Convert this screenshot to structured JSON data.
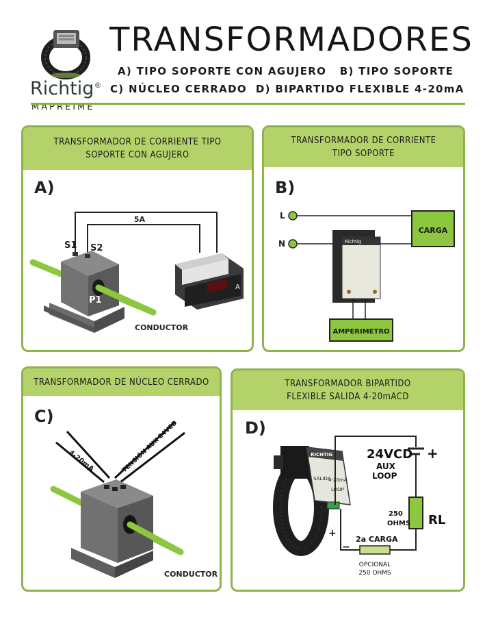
{
  "header": {
    "title": "TRANSFORMADORES",
    "subtitle_line1": "A) TIPO SOPORTE CON AGUJERO   B) TIPO SOPORTE",
    "subtitle_line2": "C) NÚCLEO CERRADO  D) BIPARTIDO FLEXIBLE 4-20mA",
    "brand": "Richtig",
    "brand_mark": "®",
    "brand_sub": "MAPREIME"
  },
  "panel_a": {
    "title_line1": "TRANSFORMADOR DE CORRIENTE TIPO",
    "title_line2": "SOPORTE CON AGUJERO",
    "label": "A)",
    "wire_label": "5A",
    "s1": "S1",
    "s2": "S2",
    "p1": "P1",
    "meter_unit": "A",
    "conductor": "CONDUCTOR"
  },
  "panel_b": {
    "title_line1": "TRANSFORMADOR DE CORRIENTE",
    "title_line2": "TIPO SOPORTE",
    "label": "B)",
    "l": "L",
    "n": "N",
    "carga": "CARGA",
    "amperimetro": "AMPERIMETRO",
    "device_brand": "Richtig"
  },
  "panel_c": {
    "title": "TRANSFORMADOR DE NÚCLEO CERRADO",
    "label": "C)",
    "out": "4-20mA",
    "aux": "TENSIÓN AUX 24VCD",
    "conductor": "CONDUCTOR"
  },
  "panel_d": {
    "title_line1": "TRANSFORMADOR BIPARTIDO",
    "title_line2": "FLEXIBLE SALIDA 4-20mACD",
    "label": "D)",
    "v24": "24VCD",
    "aux": "AUX",
    "loop": "LOOP",
    "plus": "+",
    "minus": "−",
    "ohms_250": "250",
    "ohms_word": "OHMS",
    "rl": "RL",
    "carga2": "2a CARGA",
    "opcional": "OPCIONAL",
    "opcional_ohms": "250 OHMS",
    "device_salida": "SALIDA",
    "device_range": "4-20mA",
    "device_loop": "LOOP",
    "device_brand": "RICHTIG"
  },
  "colors": {
    "accent_green": "#8fb24a",
    "header_green": "#b4d26a",
    "conductor_green": "#8dc63f",
    "device_grey": "#5a5a5a"
  }
}
